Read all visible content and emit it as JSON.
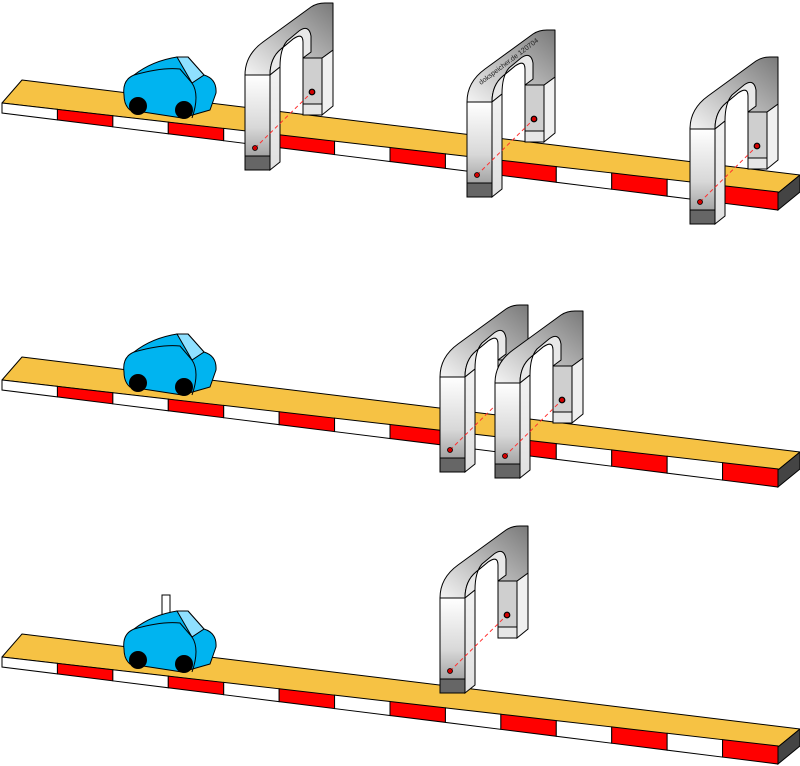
{
  "diagram": {
    "watermark": "dokspeicher.de 120704",
    "colors": {
      "beam_top": "#f6c244",
      "stripe_red": "#ff0000",
      "stripe_white": "#ffffff",
      "car_body": "#00b4f0",
      "car_window": "#8fe0ff",
      "sensor_dot": "#d00000"
    },
    "panels": [
      {
        "name": "three-gates",
        "gates": 3
      },
      {
        "name": "double-gate",
        "gates": 2
      },
      {
        "name": "single-gate-car-with-flag",
        "gates": 1
      }
    ]
  }
}
